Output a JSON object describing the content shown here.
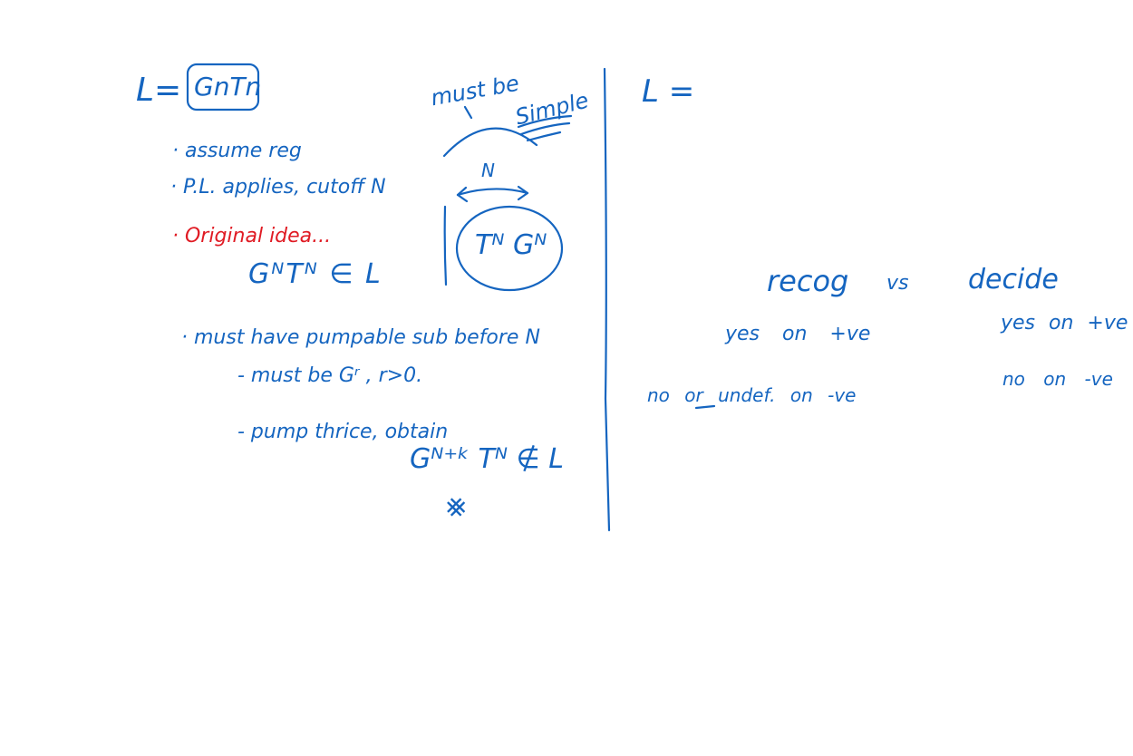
{
  "colors": {
    "ink_blue": "#1565c0",
    "ink_red": "#e01b24",
    "background": "#ffffff"
  },
  "left_panel": {
    "lang_lhs": "L=",
    "lang_def": "GnTn",
    "must_be": "must be",
    "simple": "Simple",
    "pump_len": "N",
    "bullet_assume": "· assume reg",
    "bullet_pl": "· P.L. applies, cutoff N",
    "bullet_idea": "· Original idea...",
    "expr_in_l": "GᴺTᴺ ∈ L",
    "circled_expr": "Tᴺ Gᴺ",
    "bullet_pumpable": "· must have pumpable sub before N",
    "sub_must_be": "- must be Gʳ , r>0.",
    "sub_pump": "- pump thrice, obtain",
    "expr_not_in_l": "Gᴺ⁺ᵏ Tᴺ ∉ L",
    "contradiction": "⨳"
  },
  "right_panel": {
    "lang_lhs": "L =",
    "recog": "recog",
    "vs": "vs",
    "decide": "decide",
    "recog_yes": "yes  on +ve",
    "decide_yes": "yes  on +ve",
    "recog_no": "no or undef.  on -ve",
    "decide_no": "no  on -ve"
  }
}
